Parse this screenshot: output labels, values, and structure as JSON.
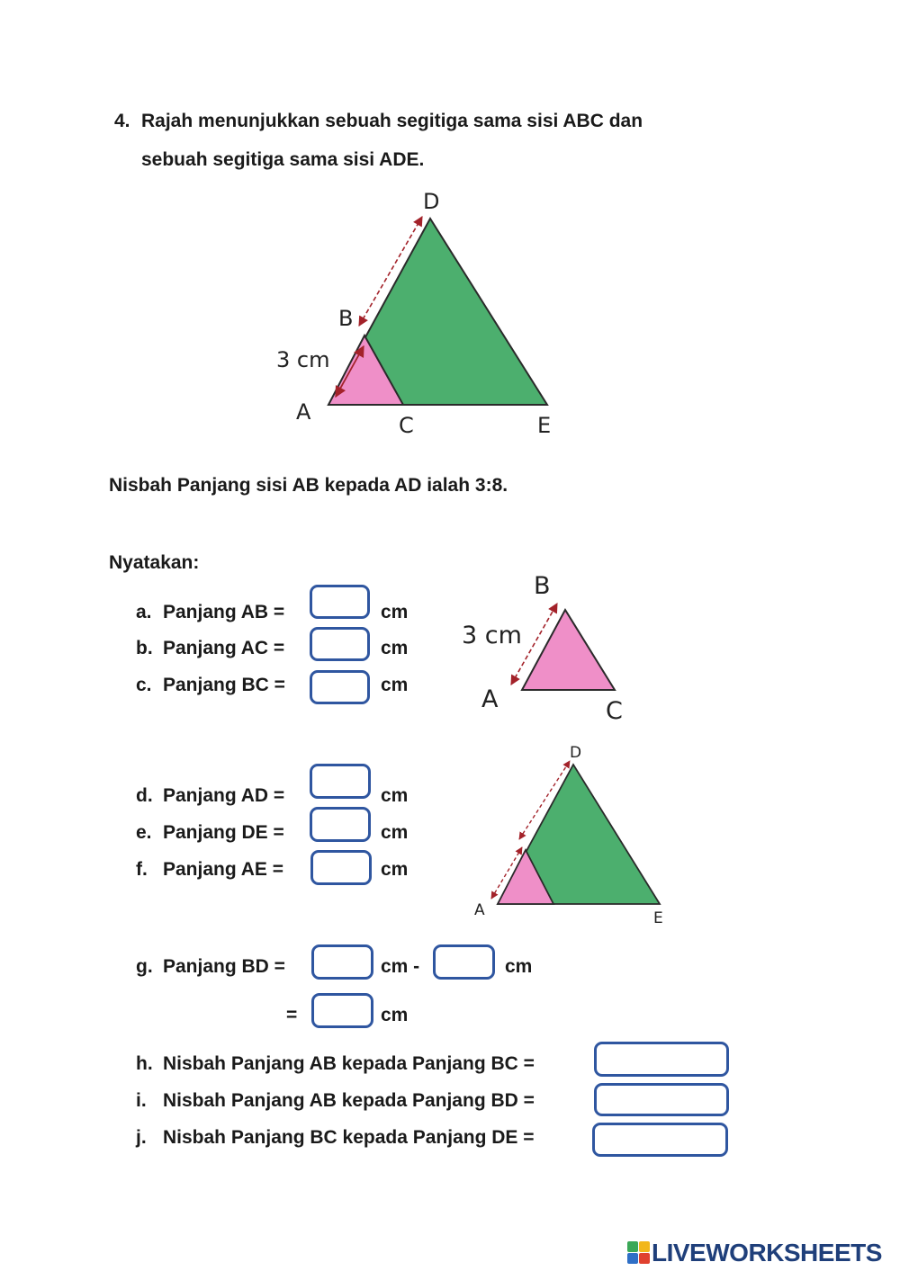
{
  "question": {
    "number": "4.",
    "line1": "Rajah menunjukkan  sebuah segitiga sama sisi ABC dan",
    "line2": "sebuah segitiga sama sisi ADE."
  },
  "diagram_main": {
    "labels": {
      "A": "A",
      "B": "B",
      "C": "C",
      "D": "D",
      "E": "E",
      "length": "3 cm"
    },
    "colors": {
      "green": "#4caf6e",
      "pink": "#ef8fc8",
      "arrow": "#a3222a"
    }
  },
  "ratio_statement": "Nisbah Panjang sisi AB kepada AD ialah 3:8.",
  "prompt": "Nyatakan:",
  "items_abc": [
    {
      "letter": "a.",
      "text": "Panjang AB =",
      "unit": "cm"
    },
    {
      "letter": "b.",
      "text": "Panjang AC =",
      "unit": "cm"
    },
    {
      "letter": "c.",
      "text": "Panjang BC =",
      "unit": "cm"
    }
  ],
  "diagram_small_abc": {
    "labels": {
      "A": "A",
      "B": "B",
      "C": "C",
      "length": "3 cm"
    }
  },
  "items_ade": [
    {
      "letter": "d.",
      "text": "Panjang AD =",
      "unit": "cm"
    },
    {
      "letter": "e.",
      "text": "Panjang DE =",
      "unit": "cm"
    },
    {
      "letter": "f.",
      "text": "Panjang AE =",
      "unit": "cm"
    }
  ],
  "diagram_small_ade": {
    "labels": {
      "A": "A",
      "D": "D",
      "E": "E"
    }
  },
  "item_g": {
    "letter": "g.",
    "text": "Panjang BD =",
    "unit_minus": "cm -",
    "unit": "cm",
    "equals": "=",
    "unit2": "cm"
  },
  "items_ratio": [
    {
      "letter": "h.",
      "text": "Nisbah Panjang AB kepada Panjang BC ="
    },
    {
      "letter": "i.",
      "text": "Nisbah Panjang AB kepada Panjang BD ="
    },
    {
      "letter": "j.",
      "text": "Nisbah Panjang BC kepada Panjang DE ="
    }
  ],
  "brand": {
    "name": "LIVEWORKSHEETS",
    "logo_text": "LIVE"
  }
}
